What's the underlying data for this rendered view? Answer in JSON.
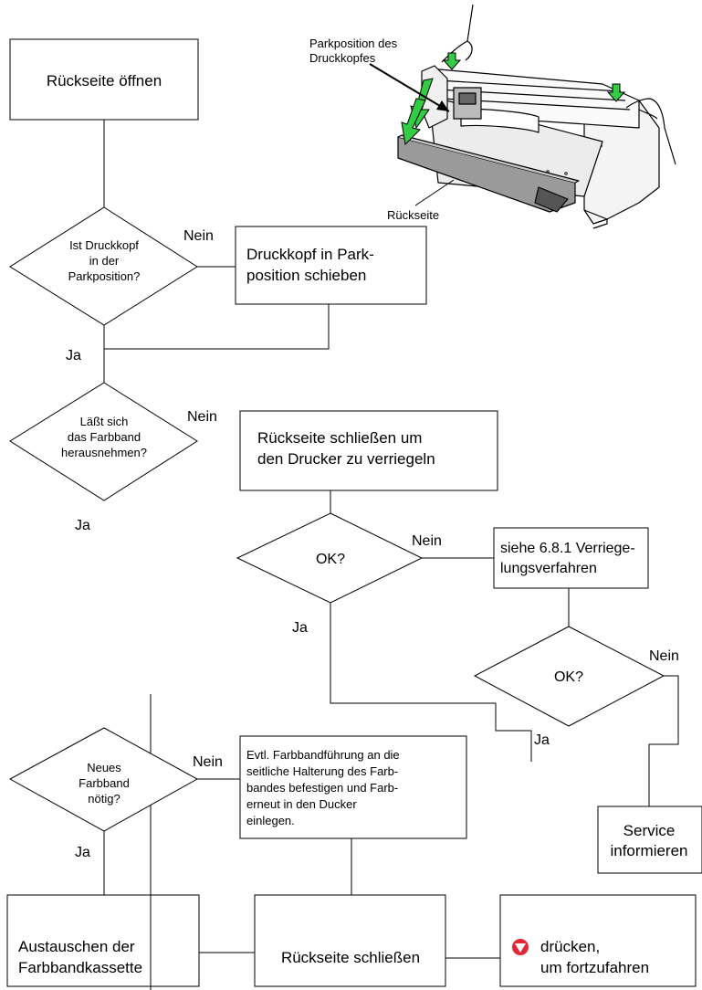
{
  "illustration": {
    "callout_head_line1": "Parkposition des",
    "callout_head_line2": "Druckkopfes",
    "callout_back": "Rückseite",
    "icon": "printer-illustration",
    "arrow_color": "#33cc44"
  },
  "steps": {
    "open_back": "Rückseite öffnen",
    "q_parked_l1": "Ist Druckkopf",
    "q_parked_l2": "in der",
    "q_parked_l3": "Parkposition?",
    "move_head_l1": "Druckkopf in Park-",
    "move_head_l2": "position schieben",
    "q_removable_l1": "Läßt sich",
    "q_removable_l2": "das Farbband",
    "q_removable_l3": "herausnehmen?",
    "close_lock_l1": "Rückseite schließen um",
    "close_lock_l2": "den Drucker zu verriegeln",
    "q_ok_1": "OK?",
    "see_lock_l1": "siehe 6.8.1 Verriege-",
    "see_lock_l2": "lungsverfahren",
    "q_ok_2": "OK?",
    "service_l1": "Service",
    "service_l2": "informieren",
    "q_new_l1": "Neues",
    "q_new_l2": "Farbband",
    "q_new_l3": "nötig?",
    "guide_l1": "Evtl. Farbbandführung an die",
    "guide_l2": "seitliche Halterung des Farb-",
    "guide_l3": "bandes befestigen und Farb-",
    "guide_l4": "erneut in den Ducker",
    "guide_l5": "einlegen.",
    "replace_l1": "Austauschen der",
    "replace_l2": "Farbbandkassette",
    "close_back": "Rückseite schließen",
    "press_l1": "drücken,",
    "press_l2": "um fortzufahren",
    "press_icon": "red-down-triangle-icon",
    "press_icon_color": "#e32636"
  },
  "labels": {
    "no": "Nein",
    "yes": "Ja"
  }
}
